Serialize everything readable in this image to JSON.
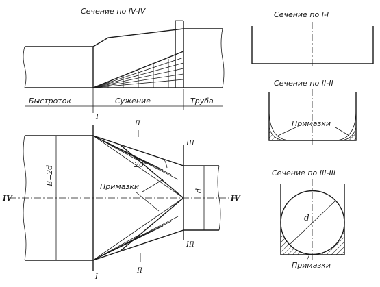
{
  "labels": {
    "section_iv": "Сечение по IV-IV",
    "section_i": "Сечение по I-I",
    "section_ii": "Сечение по II-II",
    "section_iii": "Сечение по III-III",
    "bystrotok": "Быстроток",
    "suzhenie": "Сужение",
    "truba": "Труба",
    "primazki_main": "Примазки",
    "primazki_ii": "Примазки",
    "primazki_iii": "Примазки",
    "width_label": "B=2d",
    "d_side": "d",
    "d_circle": "d",
    "angle": "20°"
  },
  "marks": {
    "I_top": "I",
    "I_bottom": "I",
    "II_top": "II",
    "II_bottom": "II",
    "III_top": "III",
    "III_bottom": "III",
    "IV_left": "IV",
    "IV_right": "IV"
  }
}
